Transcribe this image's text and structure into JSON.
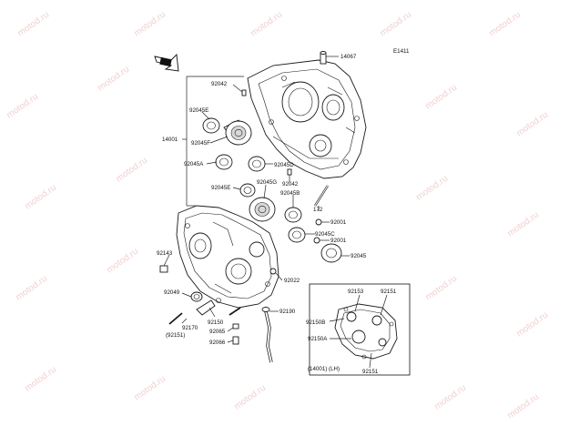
{
  "figure_code": "E1411",
  "watermark": "motod.ru",
  "labels": {
    "l14067": "14067",
    "l92042a": "92042",
    "l92045e_top": "92045E",
    "l14001": "14001",
    "l92045f": "92045F",
    "l92045a": "92045A",
    "l92045d": "92045D",
    "l92042b": "92042",
    "l92045g": "92045G",
    "l92045e_mid": "92045E",
    "l92045b": "92045B",
    "l172": "172",
    "l92001a": "92001",
    "l92045c": "92045C",
    "l92001b": "92001",
    "l92045": "92045",
    "l92143": "92143",
    "l92022": "92022",
    "l92049": "92049",
    "l92190": "92190",
    "l92150": "92150",
    "l92170": "92170",
    "l92065": "92065",
    "l92151_paren": "(92151)",
    "l92066": "92066",
    "l92153": "92153",
    "l92151_top": "92151",
    "l92150b": "92150B",
    "l92150a": "92150A",
    "l14001_lh": "(14001) (LH)",
    "l92151_bot": "92151"
  }
}
